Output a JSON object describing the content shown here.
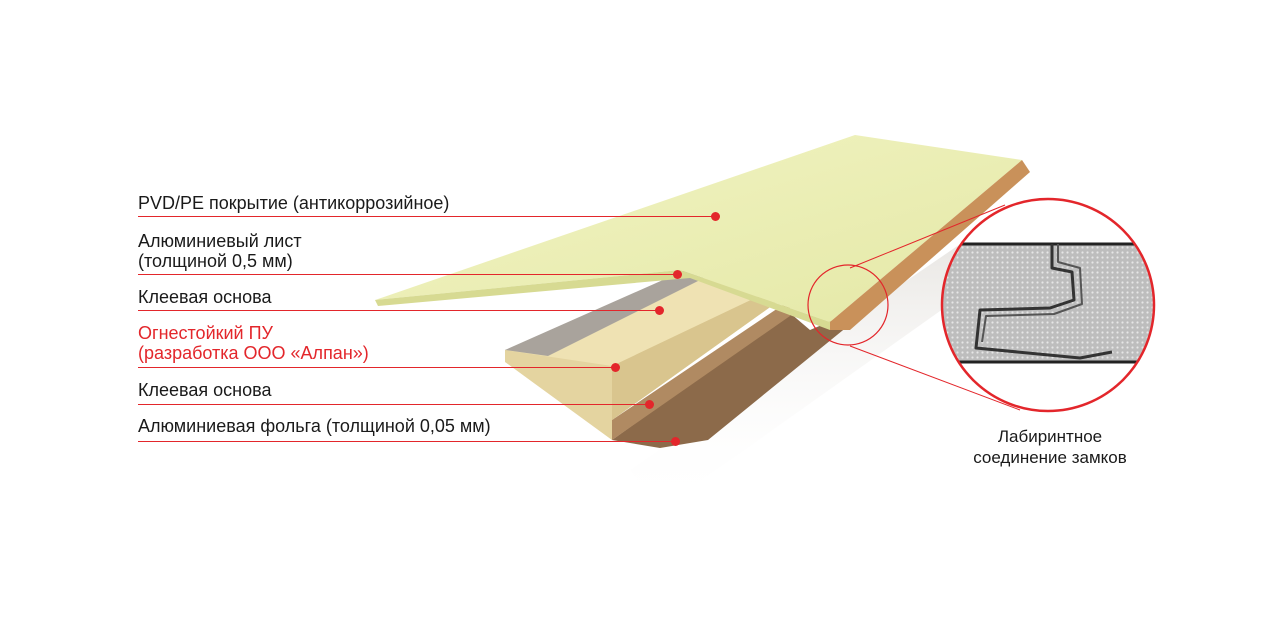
{
  "labels": {
    "coating": "PVD/PE покрытие (антикоррозийное)",
    "sheet_line1": "Алюминиевый лист",
    "sheet_line2": "(толщиной 0,5 мм)",
    "adhesive_top": "Клеевая основа",
    "core_line1": "Огнестойкий ПУ",
    "core_line2": "(разработка ООО «Алпан»)",
    "adhesive_bottom": "Клеевая основа",
    "foil": "Алюминиевая фольга (толщиной 0,05 мм)"
  },
  "detail": {
    "caption_line1": "Лабиринтное",
    "caption_line2": "соединение замков"
  },
  "colors": {
    "accent": "#e3262b",
    "surface": "#eef0b6",
    "core": "#e8d9a6",
    "edge": "#c9915a",
    "foam_pattern": "#c7c7c7"
  }
}
